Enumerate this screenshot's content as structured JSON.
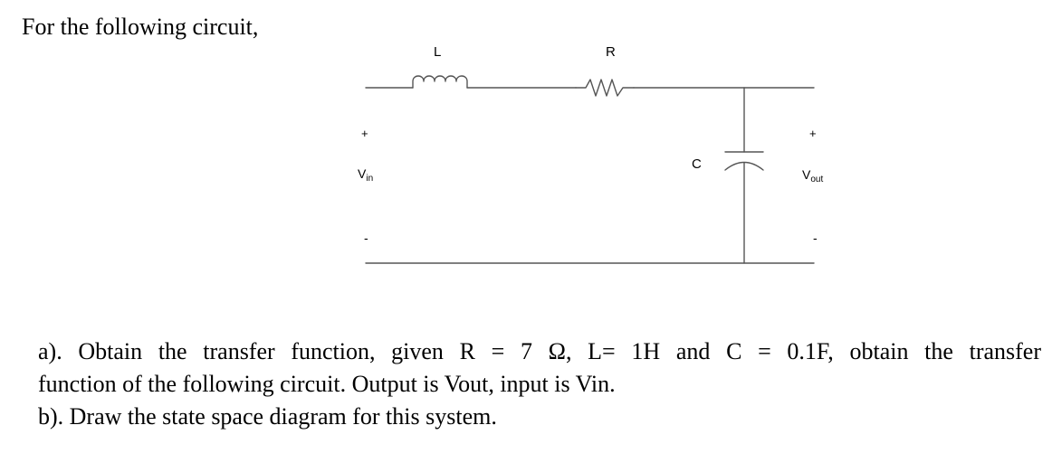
{
  "intro": "For the following circuit,",
  "circuit": {
    "inductor_label": "L",
    "resistor_label": "R",
    "capacitor_label": "C",
    "input_plus": "+",
    "input_minus": "-",
    "input_label_main": "V",
    "input_label_sub": "in",
    "output_plus": "+",
    "output_minus": "-",
    "output_label_main": "V",
    "output_label_sub": "out"
  },
  "questions": {
    "a_line1": "a). Obtain the transfer function, given R = 7 Ω, L= 1H and C = 0.1F, obtain the transfer",
    "a_line2": "function of the following circuit. Output is Vout, input is Vin.",
    "b": "b). Draw the state space diagram for this system."
  },
  "colors": {
    "wire": "#555555",
    "text": "#000000",
    "background": "#ffffff"
  }
}
